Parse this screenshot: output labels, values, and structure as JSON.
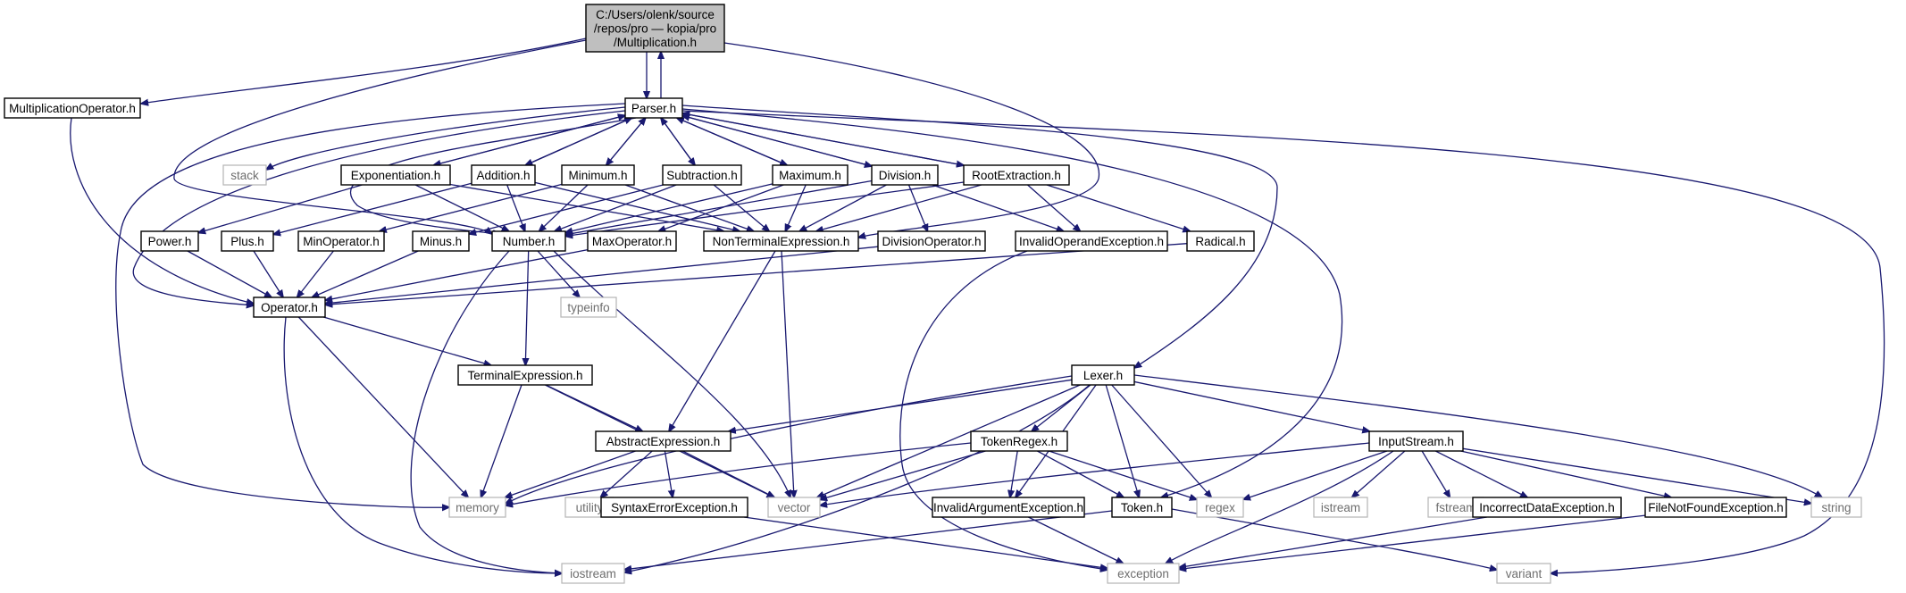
{
  "diagram": {
    "type": "include-dependency-graph",
    "root_node": "root",
    "nodes": [
      {
        "id": "root",
        "lines": [
          "C:/Users/olenk/source",
          "/repos/pro — kopia/pro",
          "/Multiplication.h"
        ],
        "kind": "root"
      },
      {
        "id": "multop",
        "lines": [
          "MultiplicationOperator.h"
        ],
        "kind": "internal"
      },
      {
        "id": "parser",
        "lines": [
          "Parser.h"
        ],
        "kind": "internal"
      },
      {
        "id": "stack",
        "lines": [
          "stack"
        ],
        "kind": "external"
      },
      {
        "id": "expo",
        "lines": [
          "Exponentiation.h"
        ],
        "kind": "internal"
      },
      {
        "id": "addition",
        "lines": [
          "Addition.h"
        ],
        "kind": "internal"
      },
      {
        "id": "minimum",
        "lines": [
          "Minimum.h"
        ],
        "kind": "internal"
      },
      {
        "id": "subtraction",
        "lines": [
          "Subtraction.h"
        ],
        "kind": "internal"
      },
      {
        "id": "maximum",
        "lines": [
          "Maximum.h"
        ],
        "kind": "internal"
      },
      {
        "id": "division",
        "lines": [
          "Division.h"
        ],
        "kind": "internal"
      },
      {
        "id": "rootext",
        "lines": [
          "RootExtraction.h"
        ],
        "kind": "internal"
      },
      {
        "id": "power",
        "lines": [
          "Power.h"
        ],
        "kind": "internal"
      },
      {
        "id": "plus",
        "lines": [
          "Plus.h"
        ],
        "kind": "internal"
      },
      {
        "id": "minop",
        "lines": [
          "MinOperator.h"
        ],
        "kind": "internal"
      },
      {
        "id": "minus",
        "lines": [
          "Minus.h"
        ],
        "kind": "internal"
      },
      {
        "id": "number",
        "lines": [
          "Number.h"
        ],
        "kind": "internal"
      },
      {
        "id": "maxop",
        "lines": [
          "MaxOperator.h"
        ],
        "kind": "internal"
      },
      {
        "id": "nonterm",
        "lines": [
          "NonTerminalExpression.h"
        ],
        "kind": "internal"
      },
      {
        "id": "divop",
        "lines": [
          "DivisionOperator.h"
        ],
        "kind": "internal"
      },
      {
        "id": "invop",
        "lines": [
          "InvalidOperandException.h"
        ],
        "kind": "internal"
      },
      {
        "id": "radical",
        "lines": [
          "Radical.h"
        ],
        "kind": "internal"
      },
      {
        "id": "operator",
        "lines": [
          "Operator.h"
        ],
        "kind": "internal"
      },
      {
        "id": "typeinfo",
        "lines": [
          "typeinfo"
        ],
        "kind": "external"
      },
      {
        "id": "termexp",
        "lines": [
          "TerminalExpression.h"
        ],
        "kind": "internal"
      },
      {
        "id": "lexer",
        "lines": [
          "Lexer.h"
        ],
        "kind": "internal"
      },
      {
        "id": "abstract",
        "lines": [
          "AbstractExpression.h"
        ],
        "kind": "internal"
      },
      {
        "id": "tokenregex",
        "lines": [
          "TokenRegex.h"
        ],
        "kind": "internal"
      },
      {
        "id": "inputstream",
        "lines": [
          "InputStream.h"
        ],
        "kind": "internal"
      },
      {
        "id": "memory",
        "lines": [
          "memory"
        ],
        "kind": "external"
      },
      {
        "id": "utility",
        "lines": [
          "utility"
        ],
        "kind": "external"
      },
      {
        "id": "syntaxerr",
        "lines": [
          "SyntaxErrorException.h"
        ],
        "kind": "internal"
      },
      {
        "id": "vector",
        "lines": [
          "vector"
        ],
        "kind": "external"
      },
      {
        "id": "invarg",
        "lines": [
          "InvalidArgumentException.h"
        ],
        "kind": "internal"
      },
      {
        "id": "token",
        "lines": [
          "Token.h"
        ],
        "kind": "internal"
      },
      {
        "id": "regex",
        "lines": [
          "regex"
        ],
        "kind": "external"
      },
      {
        "id": "istream",
        "lines": [
          "istream"
        ],
        "kind": "external"
      },
      {
        "id": "fstream",
        "lines": [
          "fstream"
        ],
        "kind": "external"
      },
      {
        "id": "incorrect",
        "lines": [
          "IncorrectDataException.h"
        ],
        "kind": "internal"
      },
      {
        "id": "filenotfound",
        "lines": [
          "FileNotFoundException.h"
        ],
        "kind": "internal"
      },
      {
        "id": "string",
        "lines": [
          "string"
        ],
        "kind": "external"
      },
      {
        "id": "iostream",
        "lines": [
          "iostream"
        ],
        "kind": "external"
      },
      {
        "id": "exception",
        "lines": [
          "exception"
        ],
        "kind": "external"
      },
      {
        "id": "variant",
        "lines": [
          "variant"
        ],
        "kind": "external"
      }
    ],
    "edges": [
      {
        "from": "root",
        "to": "multop"
      },
      {
        "from": "root",
        "to": "parser"
      },
      {
        "from": "root",
        "to": "number"
      },
      {
        "from": "root",
        "to": "nonterm"
      },
      {
        "from": "parser",
        "to": "root"
      },
      {
        "from": "multop",
        "to": "operator"
      },
      {
        "from": "parser",
        "to": "stack"
      },
      {
        "from": "parser",
        "to": "expo"
      },
      {
        "from": "parser",
        "to": "addition"
      },
      {
        "from": "parser",
        "to": "minimum"
      },
      {
        "from": "parser",
        "to": "subtraction"
      },
      {
        "from": "parser",
        "to": "maximum"
      },
      {
        "from": "parser",
        "to": "division"
      },
      {
        "from": "parser",
        "to": "rootext"
      },
      {
        "from": "parser",
        "to": "number"
      },
      {
        "from": "parser",
        "to": "operator"
      },
      {
        "from": "parser",
        "to": "memory"
      },
      {
        "from": "parser",
        "to": "lexer"
      },
      {
        "from": "parser",
        "to": "token"
      },
      {
        "from": "parser",
        "to": "variant"
      },
      {
        "from": "expo",
        "to": "parser"
      },
      {
        "from": "addition",
        "to": "parser"
      },
      {
        "from": "minimum",
        "to": "parser"
      },
      {
        "from": "subtraction",
        "to": "parser"
      },
      {
        "from": "maximum",
        "to": "parser"
      },
      {
        "from": "division",
        "to": "parser"
      },
      {
        "from": "rootext",
        "to": "parser"
      },
      {
        "from": "expo",
        "to": "power"
      },
      {
        "from": "expo",
        "to": "number"
      },
      {
        "from": "expo",
        "to": "nonterm"
      },
      {
        "from": "addition",
        "to": "plus"
      },
      {
        "from": "addition",
        "to": "number"
      },
      {
        "from": "addition",
        "to": "nonterm"
      },
      {
        "from": "minimum",
        "to": "minop"
      },
      {
        "from": "minimum",
        "to": "number"
      },
      {
        "from": "minimum",
        "to": "nonterm"
      },
      {
        "from": "subtraction",
        "to": "minus"
      },
      {
        "from": "subtraction",
        "to": "number"
      },
      {
        "from": "subtraction",
        "to": "nonterm"
      },
      {
        "from": "maximum",
        "to": "maxop"
      },
      {
        "from": "maximum",
        "to": "number"
      },
      {
        "from": "maximum",
        "to": "nonterm"
      },
      {
        "from": "division",
        "to": "divop"
      },
      {
        "from": "division",
        "to": "number"
      },
      {
        "from": "division",
        "to": "nonterm"
      },
      {
        "from": "division",
        "to": "invop"
      },
      {
        "from": "rootext",
        "to": "radical"
      },
      {
        "from": "rootext",
        "to": "number"
      },
      {
        "from": "rootext",
        "to": "nonterm"
      },
      {
        "from": "rootext",
        "to": "invop"
      },
      {
        "from": "power",
        "to": "operator"
      },
      {
        "from": "plus",
        "to": "operator"
      },
      {
        "from": "minop",
        "to": "operator"
      },
      {
        "from": "minus",
        "to": "operator"
      },
      {
        "from": "maxop",
        "to": "operator"
      },
      {
        "from": "divop",
        "to": "operator"
      },
      {
        "from": "radical",
        "to": "operator"
      },
      {
        "from": "number",
        "to": "typeinfo"
      },
      {
        "from": "number",
        "to": "termexp"
      },
      {
        "from": "number",
        "to": "iostream"
      },
      {
        "from": "number",
        "to": "vector"
      },
      {
        "from": "nonterm",
        "to": "abstract"
      },
      {
        "from": "nonterm",
        "to": "vector"
      },
      {
        "from": "invop",
        "to": "exception"
      },
      {
        "from": "operator",
        "to": "termexp"
      },
      {
        "from": "operator",
        "to": "memory"
      },
      {
        "from": "operator",
        "to": "iostream"
      },
      {
        "from": "termexp",
        "to": "abstract"
      },
      {
        "from": "termexp",
        "to": "memory"
      },
      {
        "from": "termexp",
        "to": "vector"
      },
      {
        "from": "abstract",
        "to": "memory"
      },
      {
        "from": "abstract",
        "to": "utility"
      },
      {
        "from": "abstract",
        "to": "syntaxerr"
      },
      {
        "from": "abstract",
        "to": "vector"
      },
      {
        "from": "syntaxerr",
        "to": "exception"
      },
      {
        "from": "lexer",
        "to": "abstract"
      },
      {
        "from": "lexer",
        "to": "tokenregex"
      },
      {
        "from": "lexer",
        "to": "inputstream"
      },
      {
        "from": "lexer",
        "to": "memory"
      },
      {
        "from": "lexer",
        "to": "vector"
      },
      {
        "from": "lexer",
        "to": "invarg"
      },
      {
        "from": "lexer",
        "to": "token"
      },
      {
        "from": "lexer",
        "to": "regex"
      },
      {
        "from": "lexer",
        "to": "string"
      },
      {
        "from": "lexer",
        "to": "iostream"
      },
      {
        "from": "tokenregex",
        "to": "memory"
      },
      {
        "from": "tokenregex",
        "to": "vector"
      },
      {
        "from": "tokenregex",
        "to": "invarg"
      },
      {
        "from": "tokenregex",
        "to": "token"
      },
      {
        "from": "tokenregex",
        "to": "regex"
      },
      {
        "from": "inputstream",
        "to": "vector"
      },
      {
        "from": "inputstream",
        "to": "regex"
      },
      {
        "from": "inputstream",
        "to": "istream"
      },
      {
        "from": "inputstream",
        "to": "fstream"
      },
      {
        "from": "inputstream",
        "to": "incorrect"
      },
      {
        "from": "inputstream",
        "to": "filenotfound"
      },
      {
        "from": "inputstream",
        "to": "string"
      },
      {
        "from": "inputstream",
        "to": "exception"
      },
      {
        "from": "invarg",
        "to": "exception"
      },
      {
        "from": "token",
        "to": "iostream"
      },
      {
        "from": "token",
        "to": "variant"
      },
      {
        "from": "incorrect",
        "to": "exception"
      },
      {
        "from": "filenotfound",
        "to": "exception"
      }
    ]
  }
}
